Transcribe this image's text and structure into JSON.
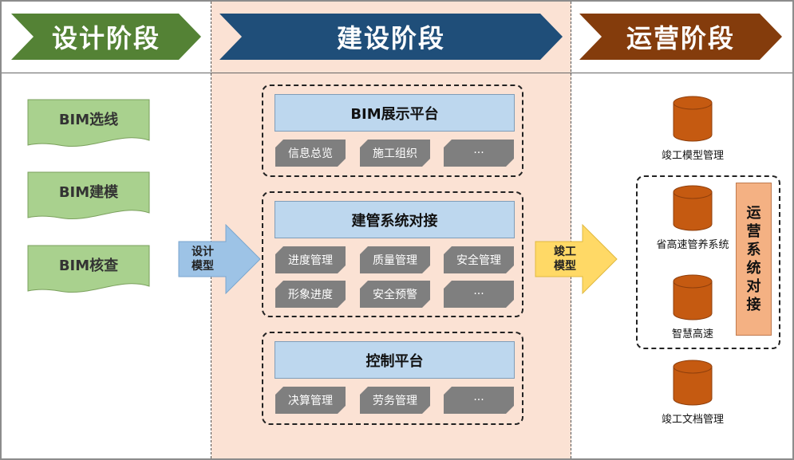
{
  "stages": [
    {
      "label": "设计阶段",
      "color": "#548235"
    },
    {
      "label": "建设阶段",
      "color": "#1f4e79"
    },
    {
      "label": "运营阶段",
      "color": "#843c0c"
    }
  ],
  "design_items": [
    "BIM选线",
    "BIM建模",
    "BIM核查"
  ],
  "arrows": {
    "design_model": [
      "设计",
      "模型"
    ],
    "completion_model": [
      "竣工",
      "模型"
    ]
  },
  "construction": {
    "platforms": [
      {
        "title": "BIM展示平台",
        "items": [
          "信息总览",
          "施工组织",
          "···"
        ]
      },
      {
        "title": "建管系统对接",
        "items": [
          "进度管理",
          "质量管理",
          "安全管理",
          "形象进度",
          "安全预警",
          "···"
        ]
      },
      {
        "title": "控制平台",
        "items": [
          "决算管理",
          "劳务管理",
          "···"
        ]
      }
    ]
  },
  "operations": {
    "top_db": "竣工模型管理",
    "group_dbs": [
      "省高速管养系统",
      "智慧高速"
    ],
    "bottom_db": "竣工文档管理",
    "interface_label": [
      "运",
      "营",
      "系",
      "统",
      "对",
      "接"
    ]
  },
  "colors": {
    "design_item_fill": "#a9d18e",
    "platform_fill": "#bdd7ee",
    "chip_fill": "#7f7f7f",
    "cylinder_fill": "#c55a11",
    "arrow_blue": "#9dc3e6",
    "arrow_yellow": "#ffd966",
    "interface_fill": "#f4b183"
  },
  "icons": [
    "database-cylinder-icon",
    "right-arrow-icon",
    "chevron-banner-icon"
  ]
}
